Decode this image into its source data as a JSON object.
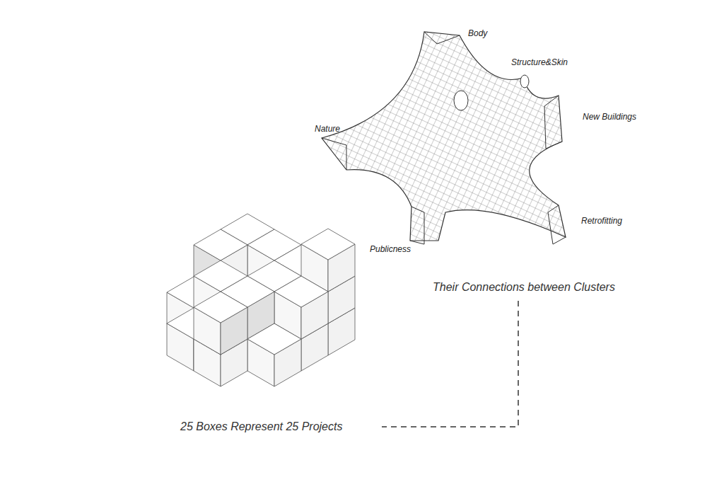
{
  "diagram": {
    "labels": [
      "Body",
      "Structure&Skin",
      "New Buildings",
      "Nature",
      "Retrofitting",
      "Publicness",
      "Their Connections between Clusters",
      "25 Boxes Represent 25 Projects"
    ]
  }
}
